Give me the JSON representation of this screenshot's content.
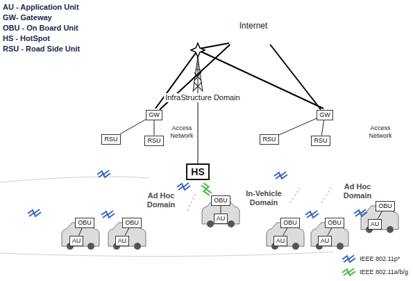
{
  "diagram": {
    "nodes": [
      {
        "text": [
          "Internet"
        ]
      },
      {
        "text": [
          "Access Network"
        ]
      },
      {
        "text": [
          "GW"
        ],
        "in": 1
      },
      {
        "text": [
          "RSU"
        ],
        "in": 1
      },
      {
        "text": [
          "RSU"
        ],
        "in": 1
      },
      {
        "text": [
          "Access Network"
        ]
      },
      {
        "text": [
          "GW"
        ],
        "in": 5
      },
      {
        "text": [
          "RSU"
        ],
        "in": 5
      },
      {
        "text": [
          "RSU"
        ],
        "in": 5
      },
      {
        "text": [
          "HS"
        ]
      },
      {
        "text": [
          "OBU"
        ]
      },
      {
        "text": [
          "AU"
        ]
      },
      {
        "text": [
          "OBU"
        ]
      },
      {
        "text": [
          "AU"
        ]
      },
      {
        "text": [
          "OBU"
        ]
      },
      {
        "text": [
          "AU"
        ]
      },
      {
        "text": [
          "OBU"
        ]
      },
      {
        "text": [
          "AU"
        ]
      },
      {
        "text": [
          "OBU"
        ]
      },
      {
        "text": [
          "AU"
        ]
      },
      {
        "text": [
          "OBU"
        ]
      },
      {
        "text": [
          "AU"
        ]
      }
    ],
    "edges": [
      {
        "from": 0,
        "to": 2,
        "arrow": "none"
      },
      {
        "from": 0,
        "to": 6,
        "arrow": "none"
      },
      {
        "from": 2,
        "to": 3,
        "arrow": "none"
      },
      {
        "from": 2,
        "to": 4,
        "arrow": "none"
      },
      {
        "from": 6,
        "to": 7,
        "arrow": "none"
      },
      {
        "from": 6,
        "to": 8,
        "arrow": "none"
      },
      {
        "from": 10,
        "to": 11,
        "arrow": "none"
      },
      {
        "from": 12,
        "to": 13,
        "arrow": "none"
      },
      {
        "from": 14,
        "to": 15,
        "arrow": "none"
      },
      {
        "from": 16,
        "to": 17,
        "arrow": "none"
      },
      {
        "from": 18,
        "to": 19,
        "arrow": "none"
      },
      {
        "from": 20,
        "to": 21,
        "arrow": "none"
      }
    ],
    "labels": [
      "AU - Application Unit",
      "GW- Gateway",
      "OBU - On Board Unit",
      "HS - HotSpot",
      "RSU - Road Side Unit",
      "InfraStructure Domain",
      "Ad Hoc Domain",
      "In-Vehicle Domain",
      "Ad Hoc Domain"
    ],
    "legend": [
      {
        "text": "IEEE 802.11p*"
      },
      {
        "text": "IEEE 802.11a/b/g"
      }
    ]
  }
}
